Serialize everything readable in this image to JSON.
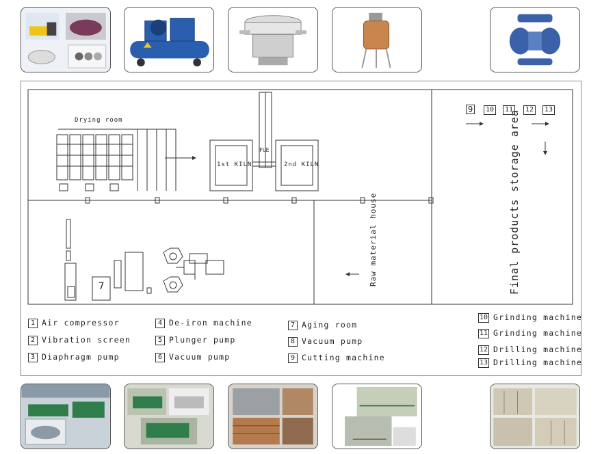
{
  "layout": {
    "drying_room_label": "Drying room",
    "kiln_1_label": "1st KILN",
    "kiln_2_label": "2nd KILN",
    "fuel_label": "FUE",
    "raw_material_label": "Raw material house",
    "final_storage_label": "Final products storage area",
    "aging_room_marker": "7",
    "sequence": [
      "9",
      "10",
      "11",
      "12",
      "13"
    ]
  },
  "legend": [
    {
      "num": "1",
      "label": "Air compressor"
    },
    {
      "num": "2",
      "label": "Vibration screen"
    },
    {
      "num": "3",
      "label": "Diaphragm pump"
    },
    {
      "num": "4",
      "label": "De-iron machine"
    },
    {
      "num": "5",
      "label": "Plunger pump"
    },
    {
      "num": "6",
      "label": "Vacuum pump"
    },
    {
      "num": "7",
      "label": "Aging room"
    },
    {
      "num": "8",
      "label": "Vacuum pump"
    },
    {
      "num": "9",
      "label": "Cutting machine"
    },
    {
      "num": "10",
      "label": "Grinding machine"
    },
    {
      "num": "11",
      "label": "Grinding machine"
    },
    {
      "num": "12",
      "label": "Drilling machine"
    },
    {
      "num": "13",
      "label": "Drilling machine"
    }
  ],
  "colors": {
    "line": "#333333",
    "compressor_blue": "#2a5fb0",
    "pump_blue": "#3b62a8",
    "machine_green": "#2f7d4a",
    "copper": "#c9854e"
  }
}
